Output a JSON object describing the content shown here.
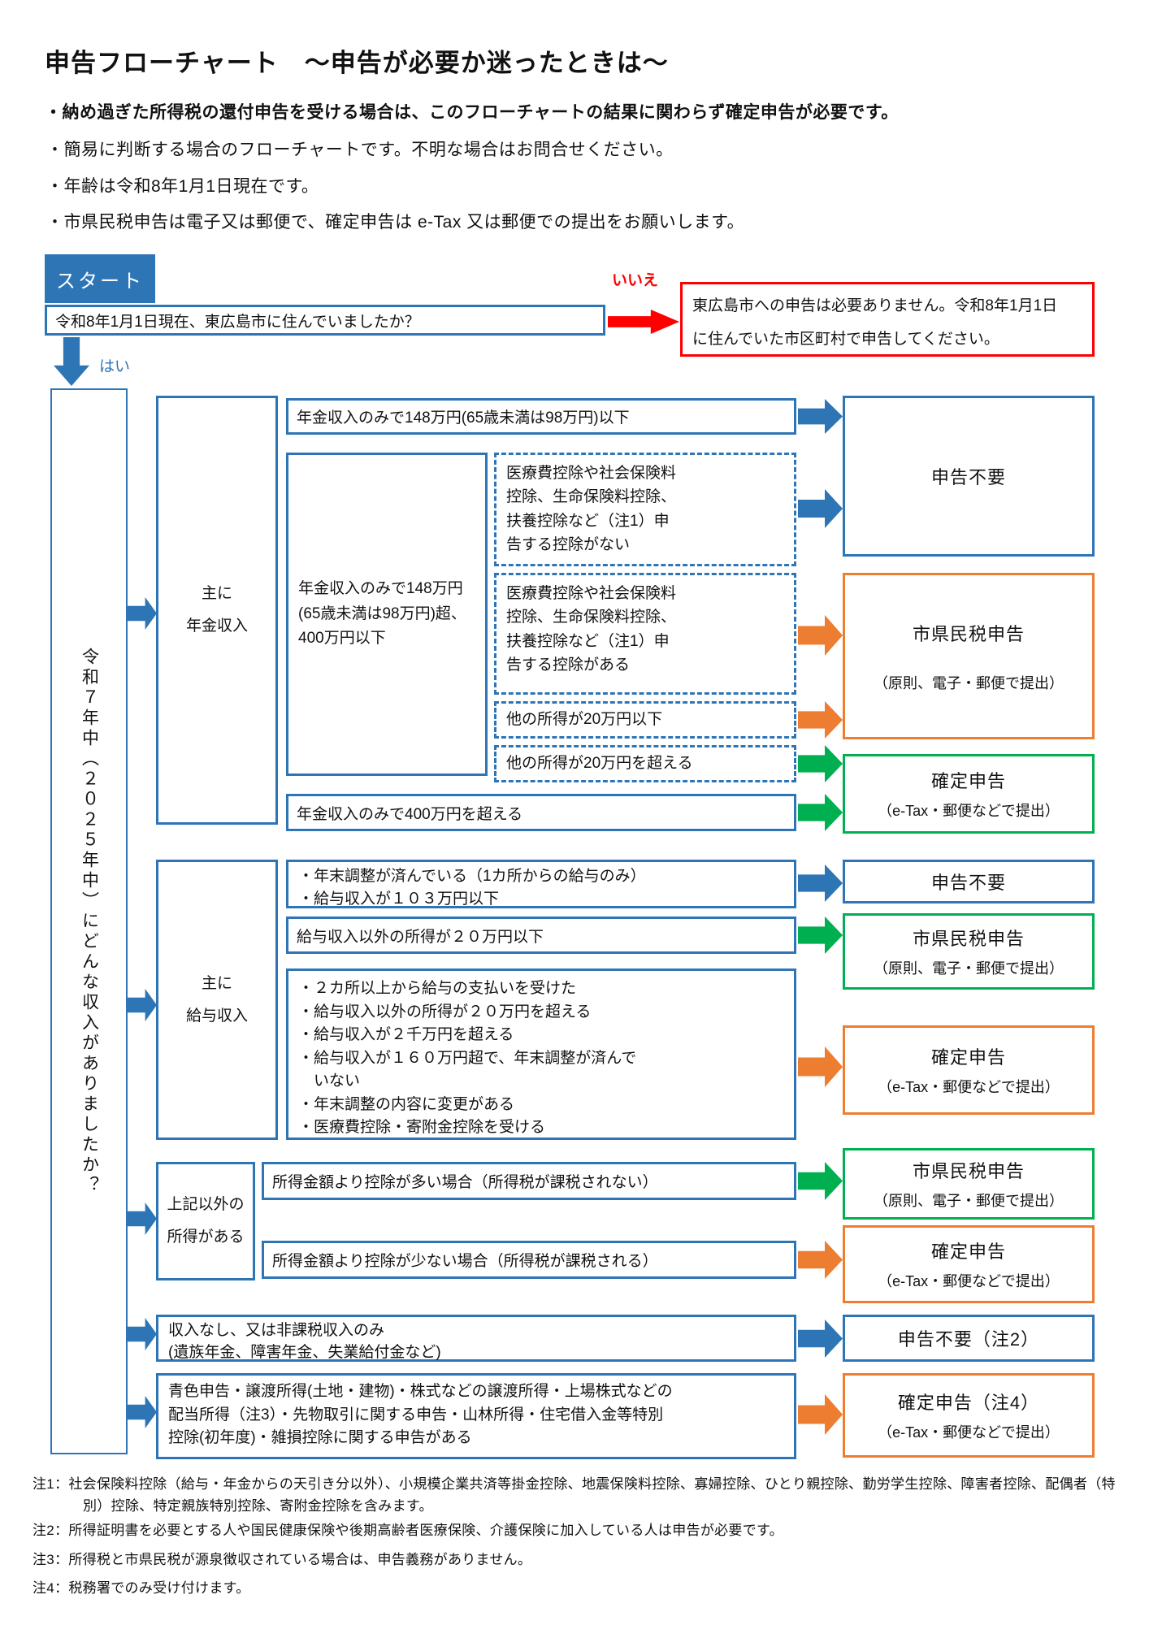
{
  "colors": {
    "blue": "#2e75b6",
    "orange": "#ed7d31",
    "green": "#00b050",
    "red": "#ff0000"
  },
  "header": {
    "title": "申告フローチャート　～申告が必要か迷ったときは～",
    "bullets": [
      "・納め過ぎた所得税の還付申告を受ける場合は、このフローチャートの結果に関わらず確定申告が必要です。",
      "・簡易に判断する場合のフローチャートです。不明な場合はお問合せください。",
      "・年齢は令和8年1月1日現在です。",
      "・市県民税申告は電子又は郵便で、確定申告は e-Tax 又は郵便での提出をお願いします。"
    ]
  },
  "start": {
    "label": "スタート",
    "question": "令和8年1月1日現在、東広島市に住んでいましたか？",
    "no_label": "いいえ",
    "yes_label": "はい",
    "not_resident_result": "東広島市への申告は必要ありません。令和8年1月1日\nに住んでいた市区町村で申告してください。"
  },
  "income_question": "令和７年中（２０２５年中）にどんな収入がありましたか？",
  "pension": {
    "category": "主に\n年金収入",
    "cond_under_148": "年金収入のみで148万円(65歳未満は98万円)以下",
    "cond_148_to_400": "年金収入のみで148万円\n(65歳未満は98万円)超、\n400万円以下",
    "no_deductions": "医療費控除や社会保険料\n控除、生命保険料控除、\n扶養控除など（注1）申\n告する控除がない",
    "has_deductions": "医療費控除や社会保険料\n控除、生命保険料控除、\n扶養控除など（注1）申\n告する控除がある",
    "other_income_under_20": "他の所得が20万円以下",
    "other_income_over_20": "他の所得が20万円を超える",
    "cond_over_400": "年金収入のみで400万円を超える"
  },
  "salary": {
    "category": "主に\n給与収入",
    "cond_adjusted": "・年末調整が済んでいる（1カ所からの給与のみ）\n・給与収入が１０３万円以下",
    "cond_other_under_20": "給与収入以外の所得が２０万円以下",
    "cond_final_return": "・２カ所以上から給与の支払いを受けた\n・給与収入以外の所得が２０万円を超える\n・給与収入が２千万円を超える\n・給与収入が１６０万円超で、年末調整が済んで\n　いない\n・年末調整の内容に変更がある\n・医療費控除・寄附金控除を受ける"
  },
  "other_income": {
    "category": "上記以外の\n所得がある",
    "cond_not_taxed": "所得金額より控除が多い場合（所得税が課税されない）",
    "cond_taxed": "所得金額より控除が少ない場合（所得税が課税される）"
  },
  "no_income": {
    "cond": "収入なし、又は非課税収入のみ\n(遺族年金、障害年金、失業給付金など)"
  },
  "special": {
    "cond": "青色申告・譲渡所得(土地・建物)・株式などの譲渡所得・上場株式などの\n配当所得（注3）・先物取引に関する申告・山林所得・住宅借入金等特別\n控除(初年度)・雑損控除に関する申告がある"
  },
  "outcomes": {
    "pension_not_required": {
      "title": "申告不要"
    },
    "pension_city_tax": {
      "title": "市県民税申告",
      "note": "（原則、電子・郵便で提出）"
    },
    "pension_final_return": {
      "title": "確定申告",
      "note": "（e-Tax・郵便などで提出）"
    },
    "salary_not_required": {
      "title": "申告不要"
    },
    "salary_city_tax": {
      "title": "市県民税申告",
      "note": "（原則、電子・郵便で提出）"
    },
    "salary_final_return": {
      "title": "確定申告",
      "note": "（e-Tax・郵便などで提出）"
    },
    "other_city_tax": {
      "title": "市県民税申告",
      "note": "（原則、電子・郵便で提出）"
    },
    "other_final_return": {
      "title": "確定申告",
      "note": "（e-Tax・郵便などで提出）"
    },
    "none_not_required": {
      "title": "申告不要（注2）"
    },
    "special_final_return": {
      "title": "確定申告（注4）",
      "note": "（e-Tax・郵便などで提出）"
    }
  },
  "footnotes": [
    "注1：社会保険料控除（給与・年金からの天引き分以外）、小規模企業共済等掛金控除、地震保険料控除、寡婦控除、ひとり親控除、勤労学生控除、障害者控除、配偶者（特別）控除、特定親族特別控除、寄附金控除を含みます。",
    "注2：所得証明書を必要とする人や国民健康保険や後期高齢者医療保険、介護保険に加入している人は申告が必要です。",
    "注3：所得税と市県民税が源泉徴収されている場合は、申告義務がありません。",
    "注4：税務署でのみ受け付けます。"
  ]
}
